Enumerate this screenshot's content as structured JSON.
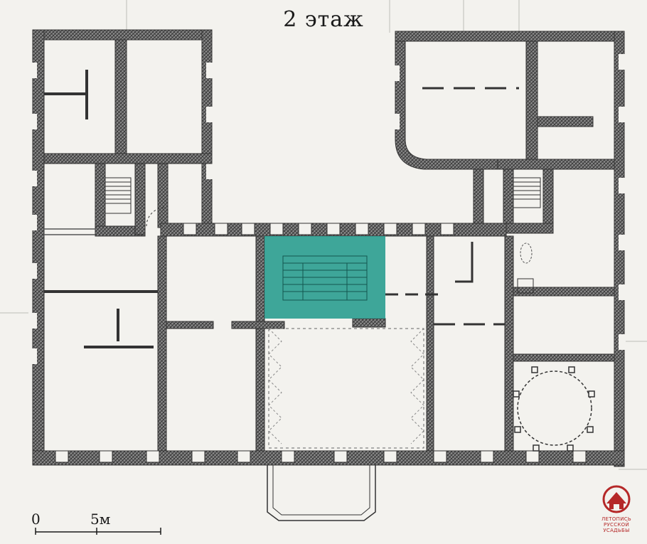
{
  "title": "2 этаж",
  "scale": {
    "zero_label": "0",
    "five_label": "5м"
  },
  "highlight": {
    "color": "#2a9d8f"
  },
  "logo": {
    "line1": "ЛЕТОПИСЬ",
    "line2": "РУССКОЙ",
    "line3": "УСАДЬБЫ",
    "color": "#b52828"
  },
  "colors": {
    "wall": "#4a4a4a",
    "hatch_bg": "#7a7a7a",
    "paper": "#f3f2ee"
  }
}
